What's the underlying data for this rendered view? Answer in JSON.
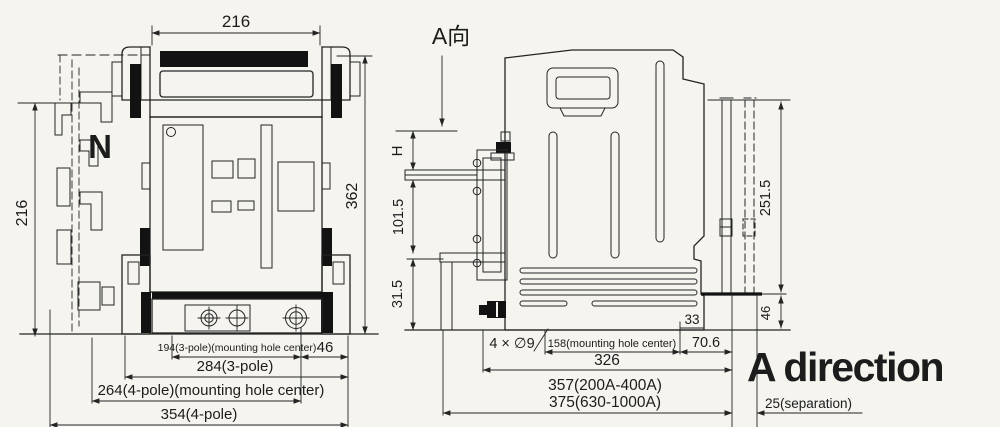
{
  "front": {
    "pole_label": "N",
    "dim_top_width": "216",
    "dim_left_height": "216",
    "dim_right_height": "362",
    "dim_mount_3pole": "194(3-pole)(mounting hole center)",
    "dim_edge_offset": "46",
    "dim_3pole_width": "284(3-pole)",
    "dim_mount_4pole": "264(4-pole)(mounting hole center)",
    "dim_4pole_width": "354(4-pole)"
  },
  "side": {
    "view_label": "A向",
    "dim_h": "H",
    "dim_upper": "101.5",
    "dim_lower": "31.5",
    "dim_height": "251.5",
    "dim_33": "33",
    "dim_46": "46",
    "holes": "4 × ∅9",
    "dim_mount": "158(mounting hole center)",
    "dim_70_6": "70.6",
    "dim_326": "326",
    "dim_depth_200_400": "357(200A-400A)",
    "dim_depth_630_1000": "375(630-1000A)",
    "dim_separation": "25(separation)"
  },
  "caption": "A direction",
  "colors": {
    "line": "#242424",
    "background": "#f5f4ef",
    "solid_fill": "#121212"
  }
}
